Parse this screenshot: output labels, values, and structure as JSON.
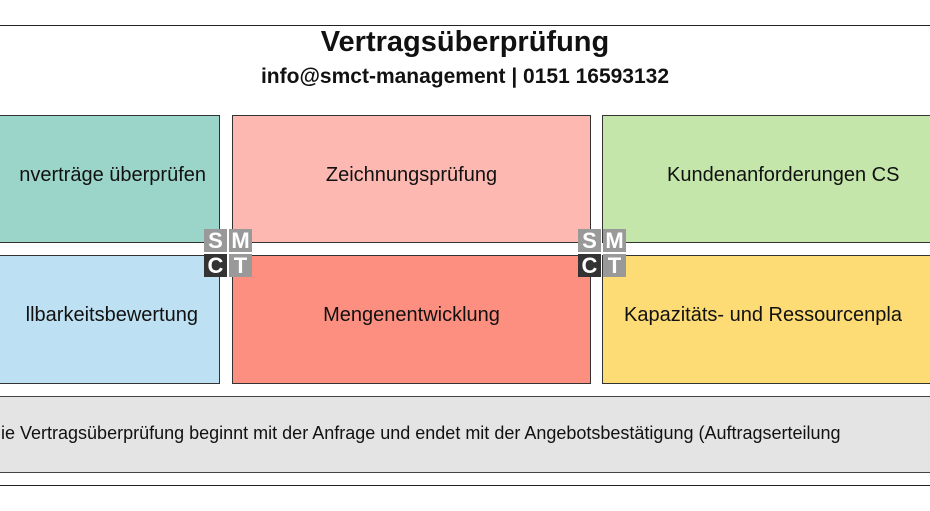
{
  "header": {
    "title": "Vertragsüberprüfung",
    "contact": "info@smct-management | 0151 16593132"
  },
  "tiles": [
    {
      "label": "nverträge überprüfen",
      "color": "#9bd5c9"
    },
    {
      "label": "Zeichnungsprüfung",
      "color": "#fdb9b1"
    },
    {
      "label": "Kundenanforderungen CS",
      "color": "#c5e6aa"
    },
    {
      "label": "llbarkeitsbewertung",
      "color": "#bde1f3"
    },
    {
      "label": "Mengenentwicklung",
      "color": "#fd8f81"
    },
    {
      "label": "Kapazitäts- und Ressourcenpla",
      "color": "#fddc75"
    }
  ],
  "footer_note": "ie Vertragsüberprüfung beginnt mit der Anfrage und endet mit der Angebotsbestätigung (Auftragserteilung",
  "logo": {
    "letters": [
      "S",
      "M",
      "C",
      "T"
    ]
  }
}
